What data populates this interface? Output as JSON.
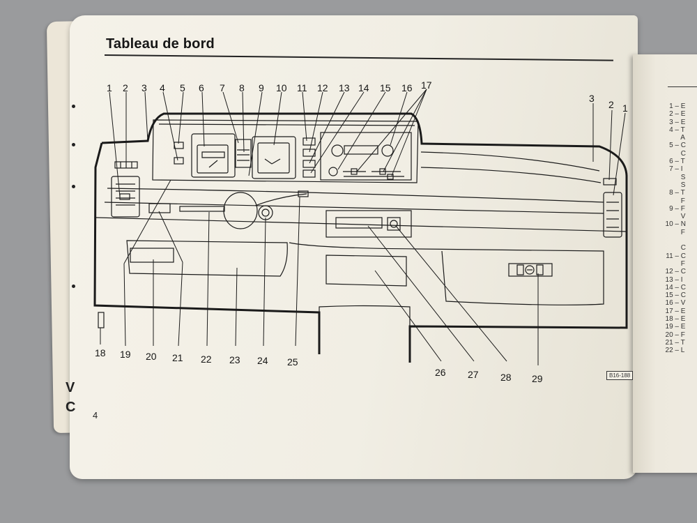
{
  "page": {
    "title": "Tableau de bord",
    "page_number": "4",
    "reference_code": "B16-188",
    "left_edge_fragments": [
      "V",
      "C"
    ]
  },
  "callouts": {
    "top": [
      "1",
      "2",
      "3",
      "4",
      "5",
      "6",
      "7",
      "8",
      "9",
      "10",
      "11",
      "12",
      "13",
      "14",
      "15",
      "16",
      "17"
    ],
    "top_right": [
      "3",
      "2",
      "1"
    ],
    "bottom": [
      "18",
      "19",
      "20",
      "21",
      "22",
      "23",
      "24",
      "25",
      "26",
      "27",
      "28",
      "29"
    ]
  },
  "right_page_list": [
    {
      "num": "1 –",
      "text": "E"
    },
    {
      "num": "2 –",
      "text": "E"
    },
    {
      "num": "3 –",
      "text": "E"
    },
    {
      "num": "4 –",
      "text": "T"
    },
    {
      "num": "",
      "text": "A"
    },
    {
      "num": "5 –",
      "text": "C"
    },
    {
      "num": "",
      "text": "C"
    },
    {
      "num": "6 –",
      "text": "T"
    },
    {
      "num": "7 –",
      "text": "I"
    },
    {
      "num": "",
      "text": "S"
    },
    {
      "num": "",
      "text": "S"
    },
    {
      "num": "8 –",
      "text": "T"
    },
    {
      "num": "",
      "text": "F"
    },
    {
      "num": "9 –",
      "text": "F"
    },
    {
      "num": "",
      "text": "V"
    },
    {
      "num": "10 –",
      "text": "N"
    },
    {
      "num": "",
      "text": "F"
    },
    {
      "num": "",
      "text": ""
    },
    {
      "num": "",
      "text": "C"
    },
    {
      "num": "11 –",
      "text": "C"
    },
    {
      "num": "",
      "text": "F"
    },
    {
      "num": "12 –",
      "text": "C"
    },
    {
      "num": "13 –",
      "text": "I"
    },
    {
      "num": "14 –",
      "text": "C"
    },
    {
      "num": "15 –",
      "text": "C"
    },
    {
      "num": "16 –",
      "text": "V"
    },
    {
      "num": "17 –",
      "text": "E"
    },
    {
      "num": "18 –",
      "text": "E"
    },
    {
      "num": "19 –",
      "text": "E"
    },
    {
      "num": "20 –",
      "text": "F"
    },
    {
      "num": "21 –",
      "text": "T"
    },
    {
      "num": "22 –",
      "text": "L"
    }
  ]
}
